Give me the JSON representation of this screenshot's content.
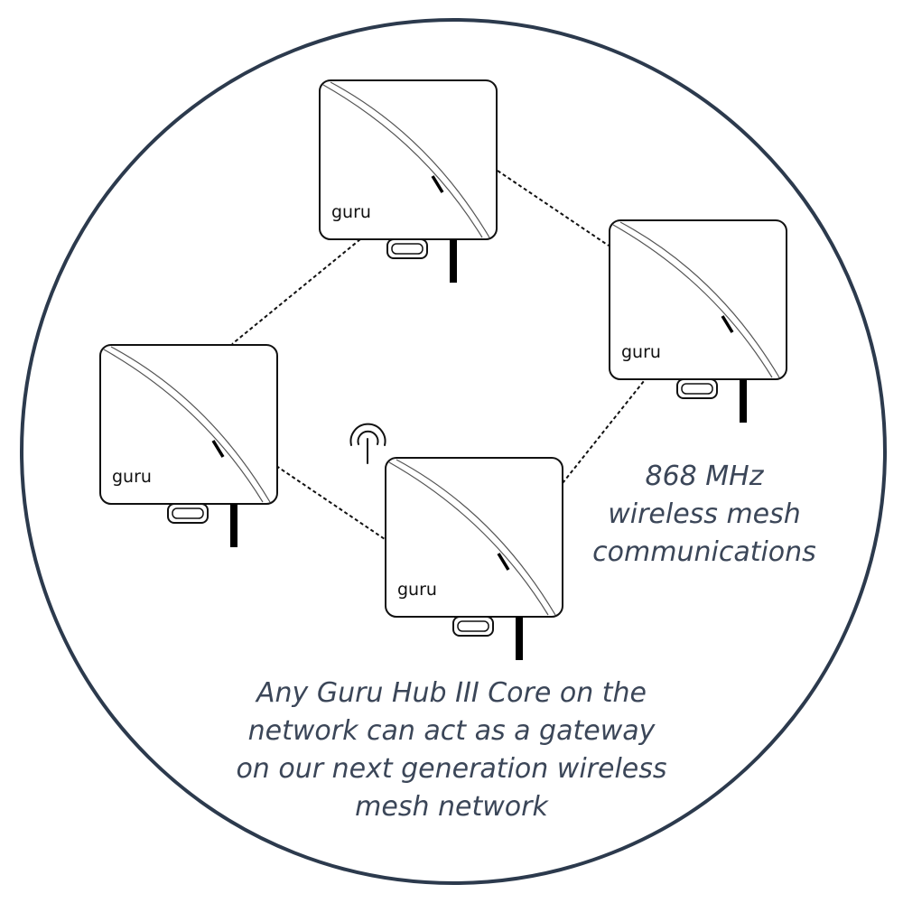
{
  "diagram": {
    "frame_color": "#2c3a4d",
    "text_color": "#3b4658",
    "device_brand": "guru",
    "devices": [
      {
        "id": "top",
        "label": "guru"
      },
      {
        "id": "right",
        "label": "guru"
      },
      {
        "id": "left",
        "label": "guru"
      },
      {
        "id": "gateway",
        "label": "guru",
        "gateway": true
      }
    ],
    "links": [
      {
        "from": "top",
        "to": "right"
      },
      {
        "from": "top",
        "to": "left"
      },
      {
        "from": "left",
        "to": "gateway"
      },
      {
        "from": "gateway",
        "to": "right"
      }
    ],
    "gateway_icon": "broadcast-antenna-icon",
    "captions": {
      "frequency": [
        "868 MHz",
        "wireless mesh",
        "communications"
      ],
      "description": [
        "Any Guru Hub III Core on the",
        "network can act as a gateway",
        "on our next generation wireless",
        "mesh network"
      ]
    }
  }
}
